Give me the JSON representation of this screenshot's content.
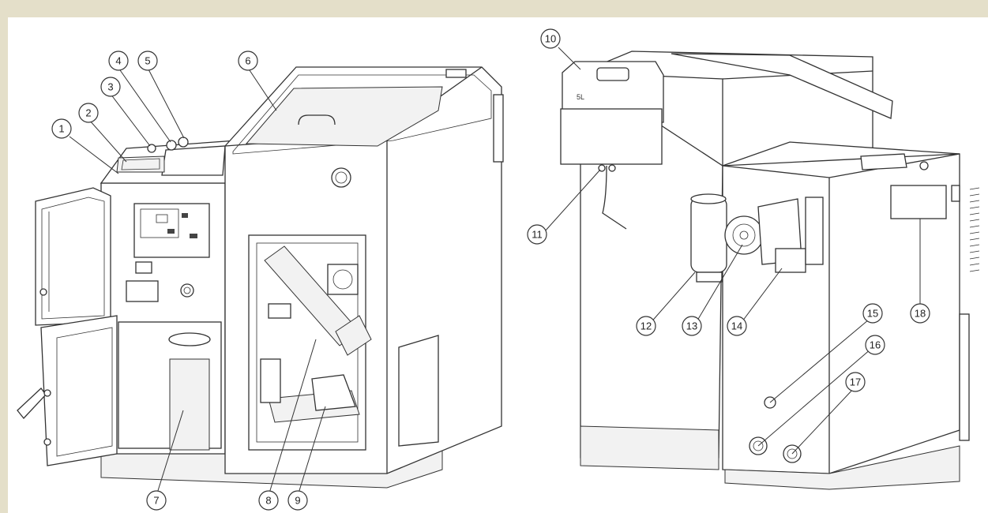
{
  "callouts": [
    "1",
    "2",
    "3",
    "4",
    "5",
    "6",
    "7",
    "8",
    "9",
    "10",
    "11",
    "12",
    "13",
    "14",
    "15",
    "16",
    "17",
    "18"
  ],
  "jug_label": "5L"
}
